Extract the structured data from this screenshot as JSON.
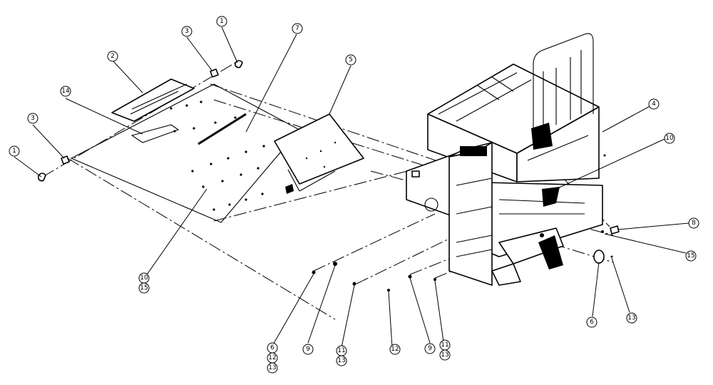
{
  "callouts": {
    "c1a": "1",
    "c3a": "3",
    "c7": "7",
    "c5": "5",
    "c2": "2",
    "c14": "14",
    "c3b": "3",
    "c1b": "1",
    "c4": "4",
    "c10a": "10",
    "c8": "8",
    "c15a": "15",
    "c6a": "6",
    "c13a": "13",
    "c10b": "10",
    "c15b": "15",
    "c6b": "6",
    "c12a": "12",
    "c13b": "13",
    "c9a": "9",
    "c11a": "11",
    "c13c": "13",
    "c12b": "12",
    "c9b": "9",
    "c11b": "11",
    "c13d": "13"
  }
}
